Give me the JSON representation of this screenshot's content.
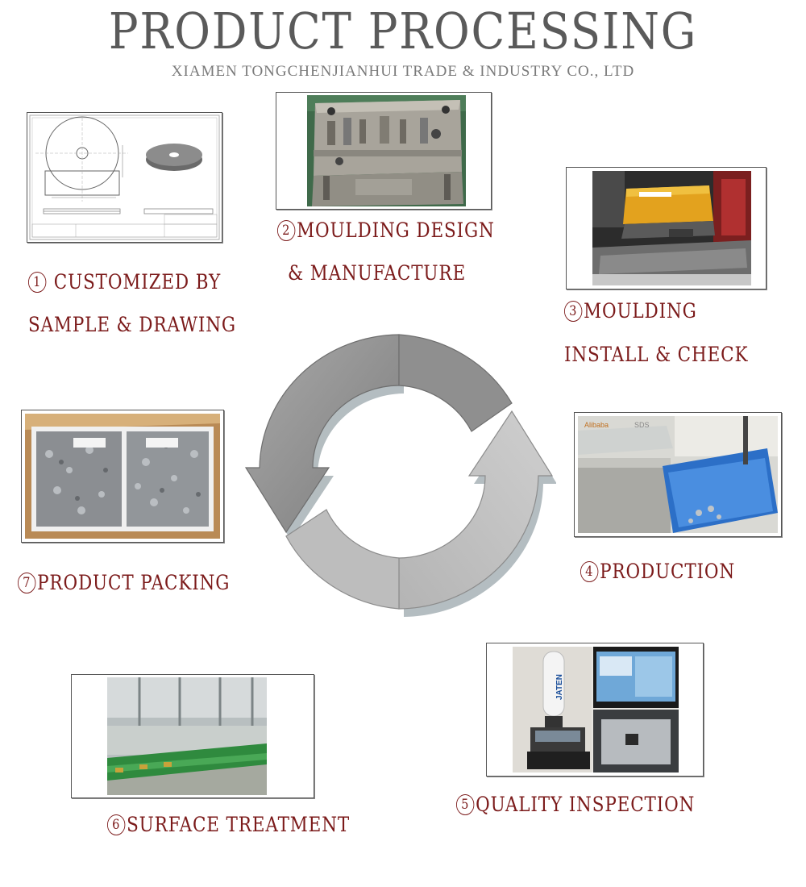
{
  "header": {
    "title": "PRODUCT PROCESSING",
    "company": "XIAMEN TONGCHENJIANHUI TRADE & INDUSTRY CO., LTD"
  },
  "steps": [
    {
      "number": "1",
      "line1": "CUSTOMIZED BY",
      "line2": "SAMPLE & DRAWING"
    },
    {
      "number": "2",
      "line1": "MOULDING DESIGN",
      "line2": "& MANUFACTURE"
    },
    {
      "number": "3",
      "line1": "MOULDING",
      "line2": "INSTALL & CHECK"
    },
    {
      "number": "4",
      "line1": "PRODUCTION"
    },
    {
      "number": "5",
      "line1": "QUALITY INSPECTION"
    },
    {
      "number": "6",
      "line1": "SURFACE TREATMENT"
    },
    {
      "number": "7",
      "line1": "PRODUCT PACKING"
    }
  ],
  "photo_text": {
    "brand": "JATEN",
    "stamp": "SDS"
  },
  "colors": {
    "label": "#7b1a1a",
    "title": "#5a5a5a",
    "arrow_dark": "#8c8c8c",
    "arrow_light": "#c3c3c3",
    "shadow": "#9aa5aa"
  }
}
